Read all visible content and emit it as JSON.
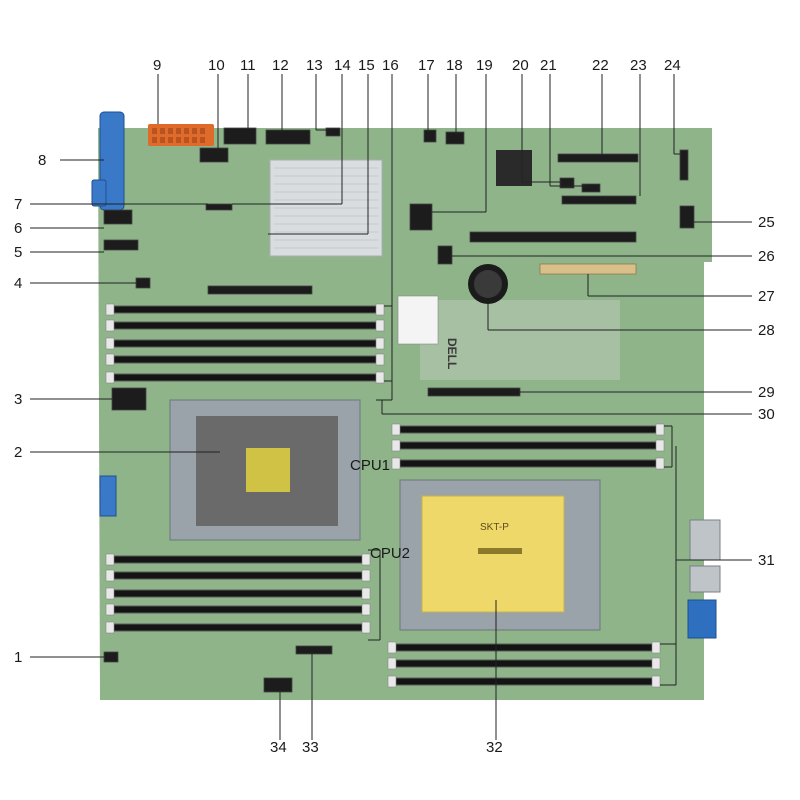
{
  "callouts": {
    "n1": "1",
    "n2": "2",
    "n3": "3",
    "n4": "4",
    "n5": "5",
    "n6": "6",
    "n7": "7",
    "n8": "8",
    "n9": "9",
    "n10": "10",
    "n11": "11",
    "n12": "12",
    "n13": "13",
    "n14": "14",
    "n15": "15",
    "n16": "16",
    "n17": "17",
    "n18": "18",
    "n19": "19",
    "n20": "20",
    "n21": "21",
    "n22": "22",
    "n23": "23",
    "n24": "24",
    "n25": "25",
    "n26": "26",
    "n27": "27",
    "n28": "28",
    "n29": "29",
    "n30": "30",
    "n31": "31",
    "n32": "32",
    "n33": "33",
    "n34": "34"
  },
  "board": {
    "cpu1_silkscreen": "CPU1",
    "cpu2_silkscreen": "CPU2",
    "socket_cover_title": "SKT-P",
    "brand_mark": "DELL"
  },
  "colors": {
    "pcb": "#8fb48a",
    "dimm": "#141414",
    "cover": "#eed86a",
    "latch": "#3a78c8"
  }
}
